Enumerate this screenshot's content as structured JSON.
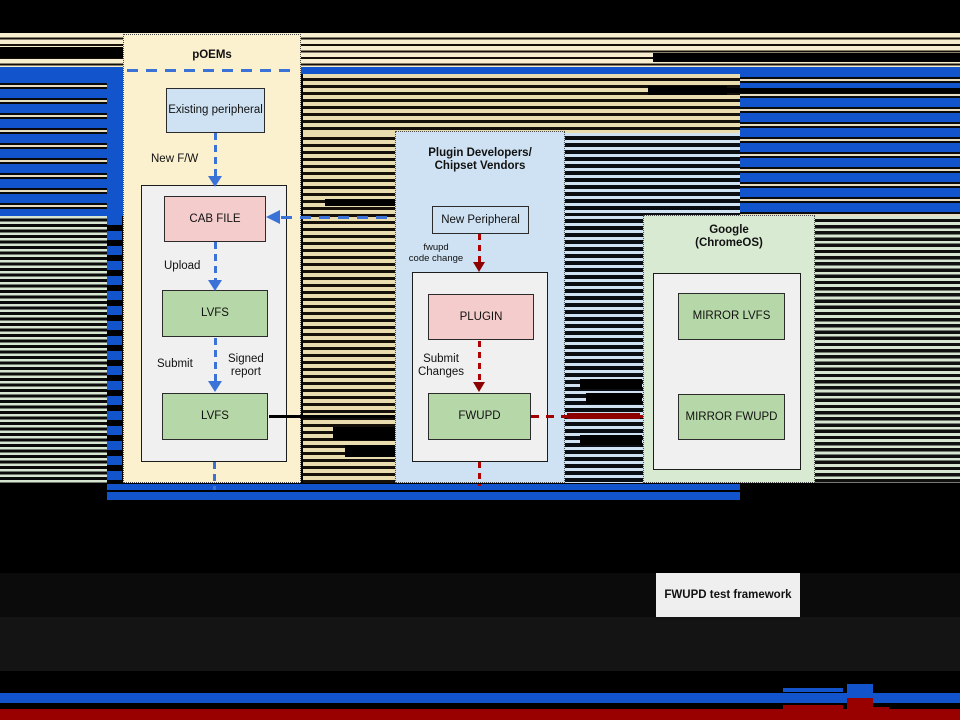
{
  "panels": {
    "poems": {
      "title": "pOEMs",
      "boxes": {
        "existing_peripheral": "Existing peripheral",
        "cab_file": "CAB FILE",
        "lvfs_upload": "LVFS",
        "lvfs_submit": "LVFS"
      },
      "labels": {
        "new_fw": "New F/W",
        "upload": "Upload",
        "submit": "Submit",
        "signed_report": "Signed\nreport"
      }
    },
    "plugin": {
      "title": "Plugin Developers/\nChipset Vendors",
      "boxes": {
        "new_peripheral": "New Peripheral",
        "plugin": "PLUGIN",
        "fwupd": "FWUPD"
      },
      "labels": {
        "fwupd_code_change": "fwupd\ncode change",
        "submit_changes": "Submit\nChanges"
      }
    },
    "google": {
      "title": "Google\n(ChromeOS)",
      "boxes": {
        "mirror_lvfs": "MIRROR LVFS",
        "mirror_fwupd": "MIRROR FWUPD"
      }
    }
  },
  "footer": {
    "test_framework": "FWUPD test framework"
  },
  "colors": {
    "accent_blue": "#1254cb",
    "dashed_arrow_blue": "#3a72d8",
    "dark_red": "#990000",
    "panel_cream": "#fcf1cf",
    "panel_blue": "#cfe2f3",
    "panel_green": "#d9ead3",
    "node_green": "#b6d7a8",
    "node_pink": "#f4cccc",
    "node_blue": "#cfe2f3",
    "inner_grey": "#f0f0f0"
  }
}
